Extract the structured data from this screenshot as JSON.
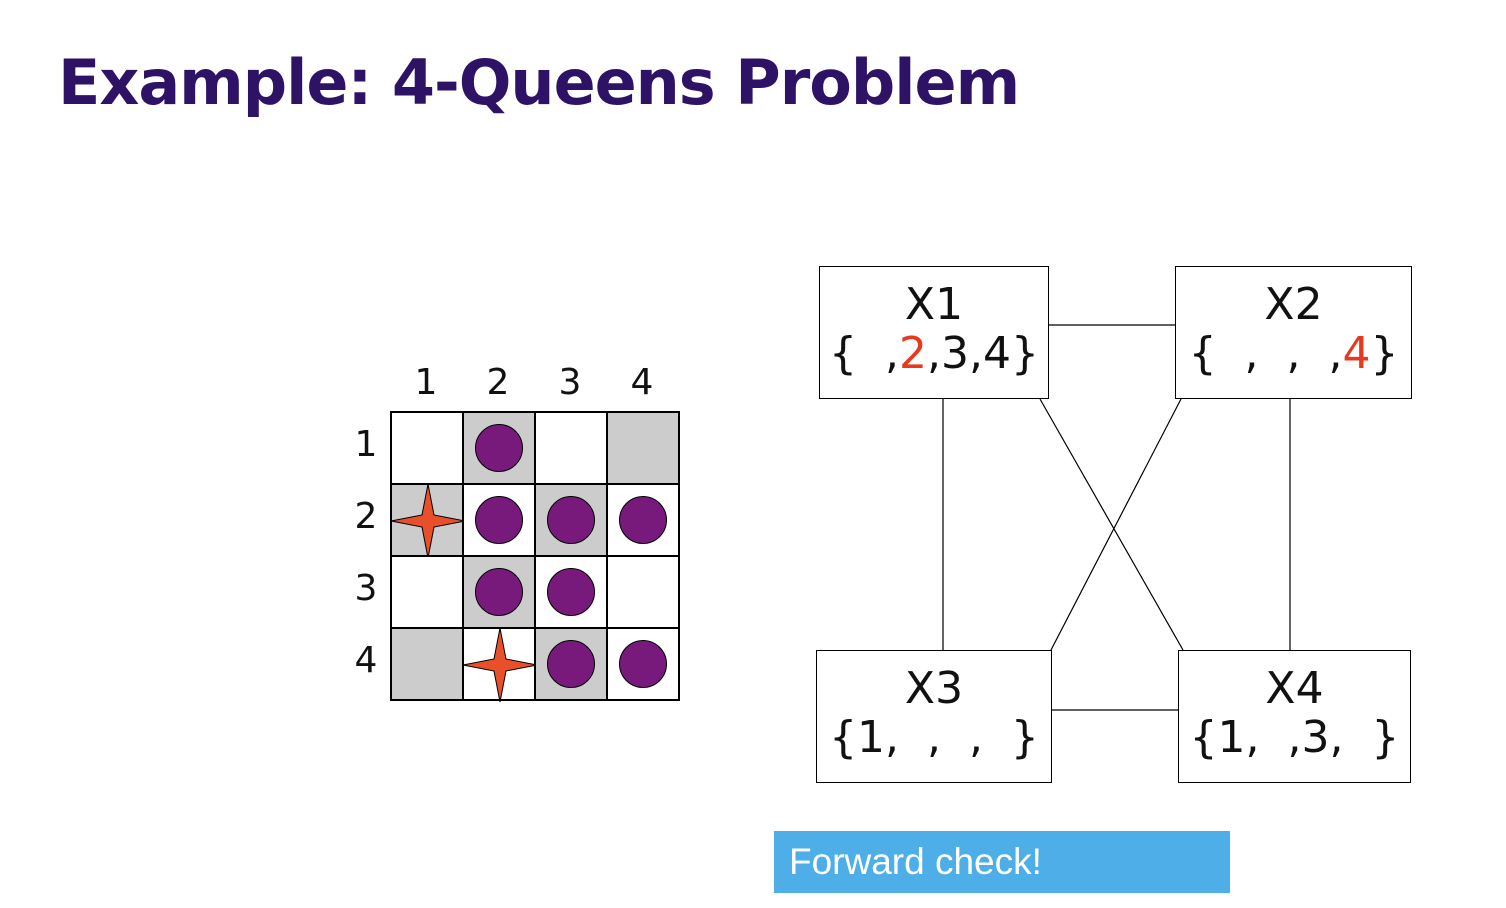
{
  "title": "Example: 4-Queens Problem",
  "board": {
    "columns": [
      "1",
      "2",
      "3",
      "4"
    ],
    "rows": [
      "1",
      "2",
      "3",
      "4"
    ],
    "shaded_cells": [
      [
        1,
        2
      ],
      [
        1,
        4
      ],
      [
        2,
        1
      ],
      [
        2,
        3
      ],
      [
        3,
        2
      ],
      [
        4,
        1
      ],
      [
        4,
        3
      ]
    ],
    "queen_cells": [
      [
        2,
        1
      ],
      [
        4,
        2
      ]
    ],
    "eliminated_cells": [
      [
        1,
        2
      ],
      [
        2,
        2
      ],
      [
        2,
        3
      ],
      [
        2,
        4
      ],
      [
        3,
        2
      ],
      [
        3,
        3
      ],
      [
        4,
        3
      ],
      [
        4,
        4
      ]
    ],
    "colors": {
      "shade": "#cccccc",
      "eliminated": "#771a7c",
      "queen": "#e8502a"
    },
    "icons": {
      "queen": "four-point-star-icon",
      "eliminated": "filled-circle-icon"
    }
  },
  "graph": {
    "nodes": [
      {
        "id": "X1",
        "name": "X1",
        "domain": [
          {
            "text": "{  ,",
            "highlight": false
          },
          {
            "text": "2",
            "highlight": true
          },
          {
            "text": ",3,4}",
            "highlight": false
          }
        ]
      },
      {
        "id": "X2",
        "name": "X2",
        "domain": [
          {
            "text": "{  ,  ,  ,",
            "highlight": false
          },
          {
            "text": "4",
            "highlight": true
          },
          {
            "text": "}",
            "highlight": false
          }
        ]
      },
      {
        "id": "X3",
        "name": "X3",
        "domain": [
          {
            "text": "{1,  ,  ,  }",
            "highlight": false
          }
        ]
      },
      {
        "id": "X4",
        "name": "X4",
        "domain": [
          {
            "text": "{1,  ,3,  }",
            "highlight": false
          }
        ]
      }
    ],
    "edges": [
      [
        "X1",
        "X2"
      ],
      [
        "X1",
        "X3"
      ],
      [
        "X1",
        "X4"
      ],
      [
        "X2",
        "X3"
      ],
      [
        "X2",
        "X4"
      ],
      [
        "X3",
        "X4"
      ]
    ],
    "highlight_color": "#e8391f"
  },
  "banner": {
    "text": "Forward check!",
    "color": "#4eaee8"
  }
}
